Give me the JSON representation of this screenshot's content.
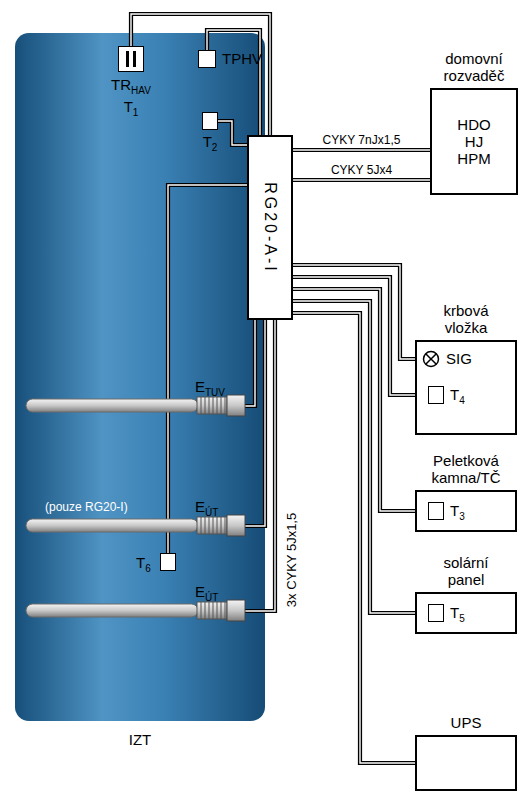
{
  "diagram": {
    "nodes": [
      {
        "text": [
          "IZT"
        ]
      },
      {
        "text": [
          "TR",
          "HAV",
          "T",
          "1"
        ],
        "in": 0
      },
      {
        "text": [
          "TPHV"
        ]
      },
      {
        "text": [
          "T",
          "2"
        ],
        "in": 0
      },
      {
        "text": [
          "E",
          "TUV"
        ],
        "in": 0
      },
      {
        "text": [
          "E",
          "ÚT"
        ],
        "in": 0
      },
      {
        "text": [
          "T",
          "6"
        ],
        "in": 0
      },
      {
        "text": [
          "E",
          "ÚT"
        ],
        "in": 0
      },
      {
        "text": [
          "RG20-A-I"
        ]
      },
      {
        "text": [
          "domovní rozvaděč",
          "HDO",
          "HJ",
          "HPM"
        ]
      },
      {
        "text": [
          "krbová vložka"
        ]
      },
      {
        "text": [
          "SIG"
        ],
        "in": 10
      },
      {
        "text": [
          "T",
          "4"
        ],
        "in": 10
      },
      {
        "text": [
          "Peletková kamna/TČ"
        ]
      },
      {
        "text": [
          "T",
          "3"
        ],
        "in": 13
      },
      {
        "text": [
          "solární panel"
        ]
      },
      {
        "text": [
          "T",
          "5"
        ],
        "in": 15
      },
      {
        "text": [
          "UPS"
        ]
      }
    ],
    "edges": [
      {
        "from": 8,
        "to": 1,
        "arrow": "none"
      },
      {
        "from": 8,
        "to": 2,
        "arrow": "none"
      },
      {
        "from": 8,
        "to": 3,
        "arrow": "none"
      },
      {
        "from": 8,
        "to": 6,
        "arrow": "none"
      },
      {
        "from": 8,
        "to": 4,
        "arrow": "none"
      },
      {
        "from": 8,
        "to": 5,
        "arrow": "none"
      },
      {
        "from": 8,
        "to": 7,
        "arrow": "none"
      },
      {
        "from": 8,
        "to": 9,
        "label": "CYKY 7nJx1,5",
        "arrow": "none"
      },
      {
        "from": 8,
        "to": 9,
        "label": "CYKY 5Jx4",
        "arrow": "none"
      },
      {
        "from": 8,
        "to": 11,
        "arrow": "none"
      },
      {
        "from": 8,
        "to": 12,
        "arrow": "none"
      },
      {
        "from": 8,
        "to": 14,
        "arrow": "none"
      },
      {
        "from": 8,
        "to": 16,
        "arrow": "none"
      },
      {
        "from": 8,
        "to": 17,
        "arrow": "none"
      }
    ],
    "labels": [
      "(pouze RG20-I)",
      "3x CYKY 5Jx1,5"
    ]
  }
}
